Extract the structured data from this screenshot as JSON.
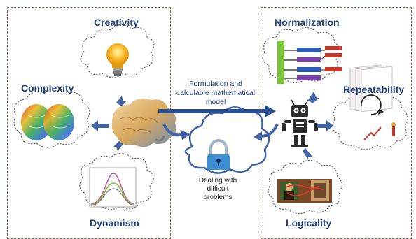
{
  "human_side": {
    "creativity": "Creativity",
    "complexity": "Complexity",
    "dynamism": "Dynamism"
  },
  "machine_side": {
    "normalization": "Normalization",
    "repeatability": "Repeatability",
    "logicality": "Logicality"
  },
  "center": {
    "arrow_caption": [
      "Formulation and",
      "calculable mathematical",
      "model"
    ],
    "lock_caption": [
      "Dealing with",
      "difficult",
      "problems"
    ]
  },
  "colors": {
    "label": "#1f3d78",
    "arrow": "#3f63a5",
    "frame": "#8a5a3c"
  },
  "icons": [
    "lightbulb-icon",
    "brain-icon",
    "colored-brain-icon",
    "distribution-curve-icon",
    "lock-icon",
    "robot-icon",
    "flowchart-icon",
    "image-sequence-icon",
    "mona-lisa-icon"
  ]
}
